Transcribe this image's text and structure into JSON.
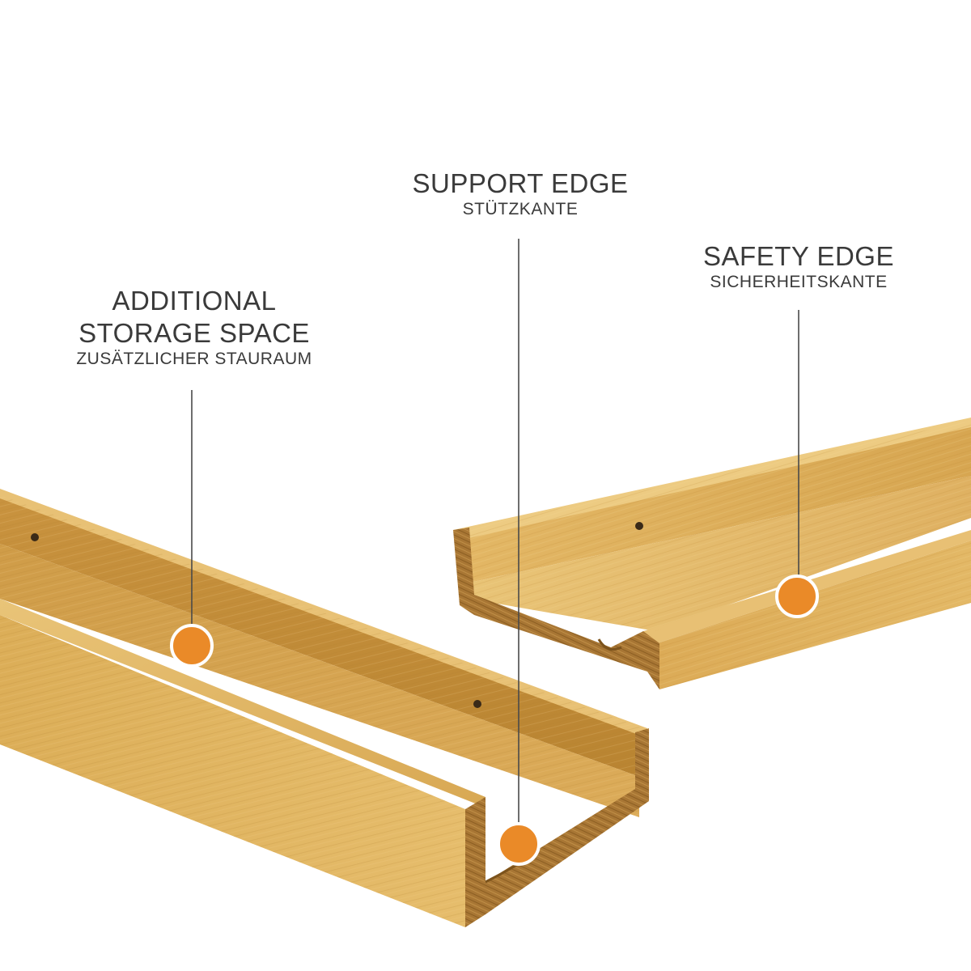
{
  "callouts": {
    "storage": {
      "title": "ADDITIONAL\nSTORAGE SPACE",
      "subtitle": "ZUSÄTZLICHER STAURAUM"
    },
    "support": {
      "title": "SUPPORT EDGE",
      "subtitle": "STÜTZKANTE"
    },
    "safety": {
      "title": "SAFETY EDGE",
      "subtitle": "SICHERHEITSKANTE"
    }
  },
  "colors": {
    "background": "#ffffff",
    "wood_light": "#e2b866",
    "wood_mid": "#d4a24c",
    "wood_dark": "#b7822f",
    "end_grain": "#a87732",
    "marker": "#ea8a28",
    "marker_ring": "#ffffff",
    "leader_line": "#4a4a4a",
    "text": "#3a3a3a"
  }
}
